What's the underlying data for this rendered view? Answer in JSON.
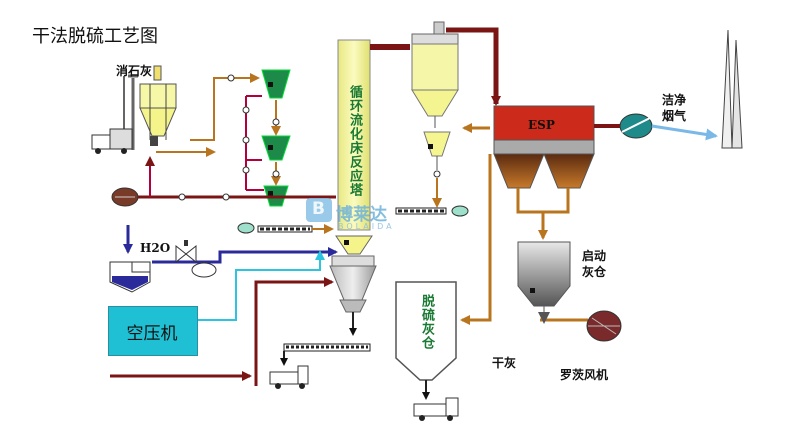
{
  "title": "干法脱硫工艺图",
  "labels": {
    "lime": "消石灰",
    "h2o": "H2O",
    "compressor": "空压机",
    "tower": "循环流化床反应塔",
    "esp": "ESP",
    "clean_gas": "洁净烟气",
    "startup_ash": "启动灰仓",
    "desulf_ash": "脱硫灰仓",
    "dry_ash": "干灰",
    "roots_fan": "罗茨风机"
  },
  "watermark": {
    "logo_letter": "B",
    "text": "博莱达",
    "subtext": "BOLAIDA"
  },
  "colors": {
    "flue": "#7b1515",
    "ash": "#b8741e",
    "air": "#2ec4e0",
    "water": "#2a2a9a",
    "tower": "#f4f49c",
    "esp": "#cc2a1a",
    "hopper_green": "#1e8a4a",
    "compressor": "#20c0d4"
  }
}
